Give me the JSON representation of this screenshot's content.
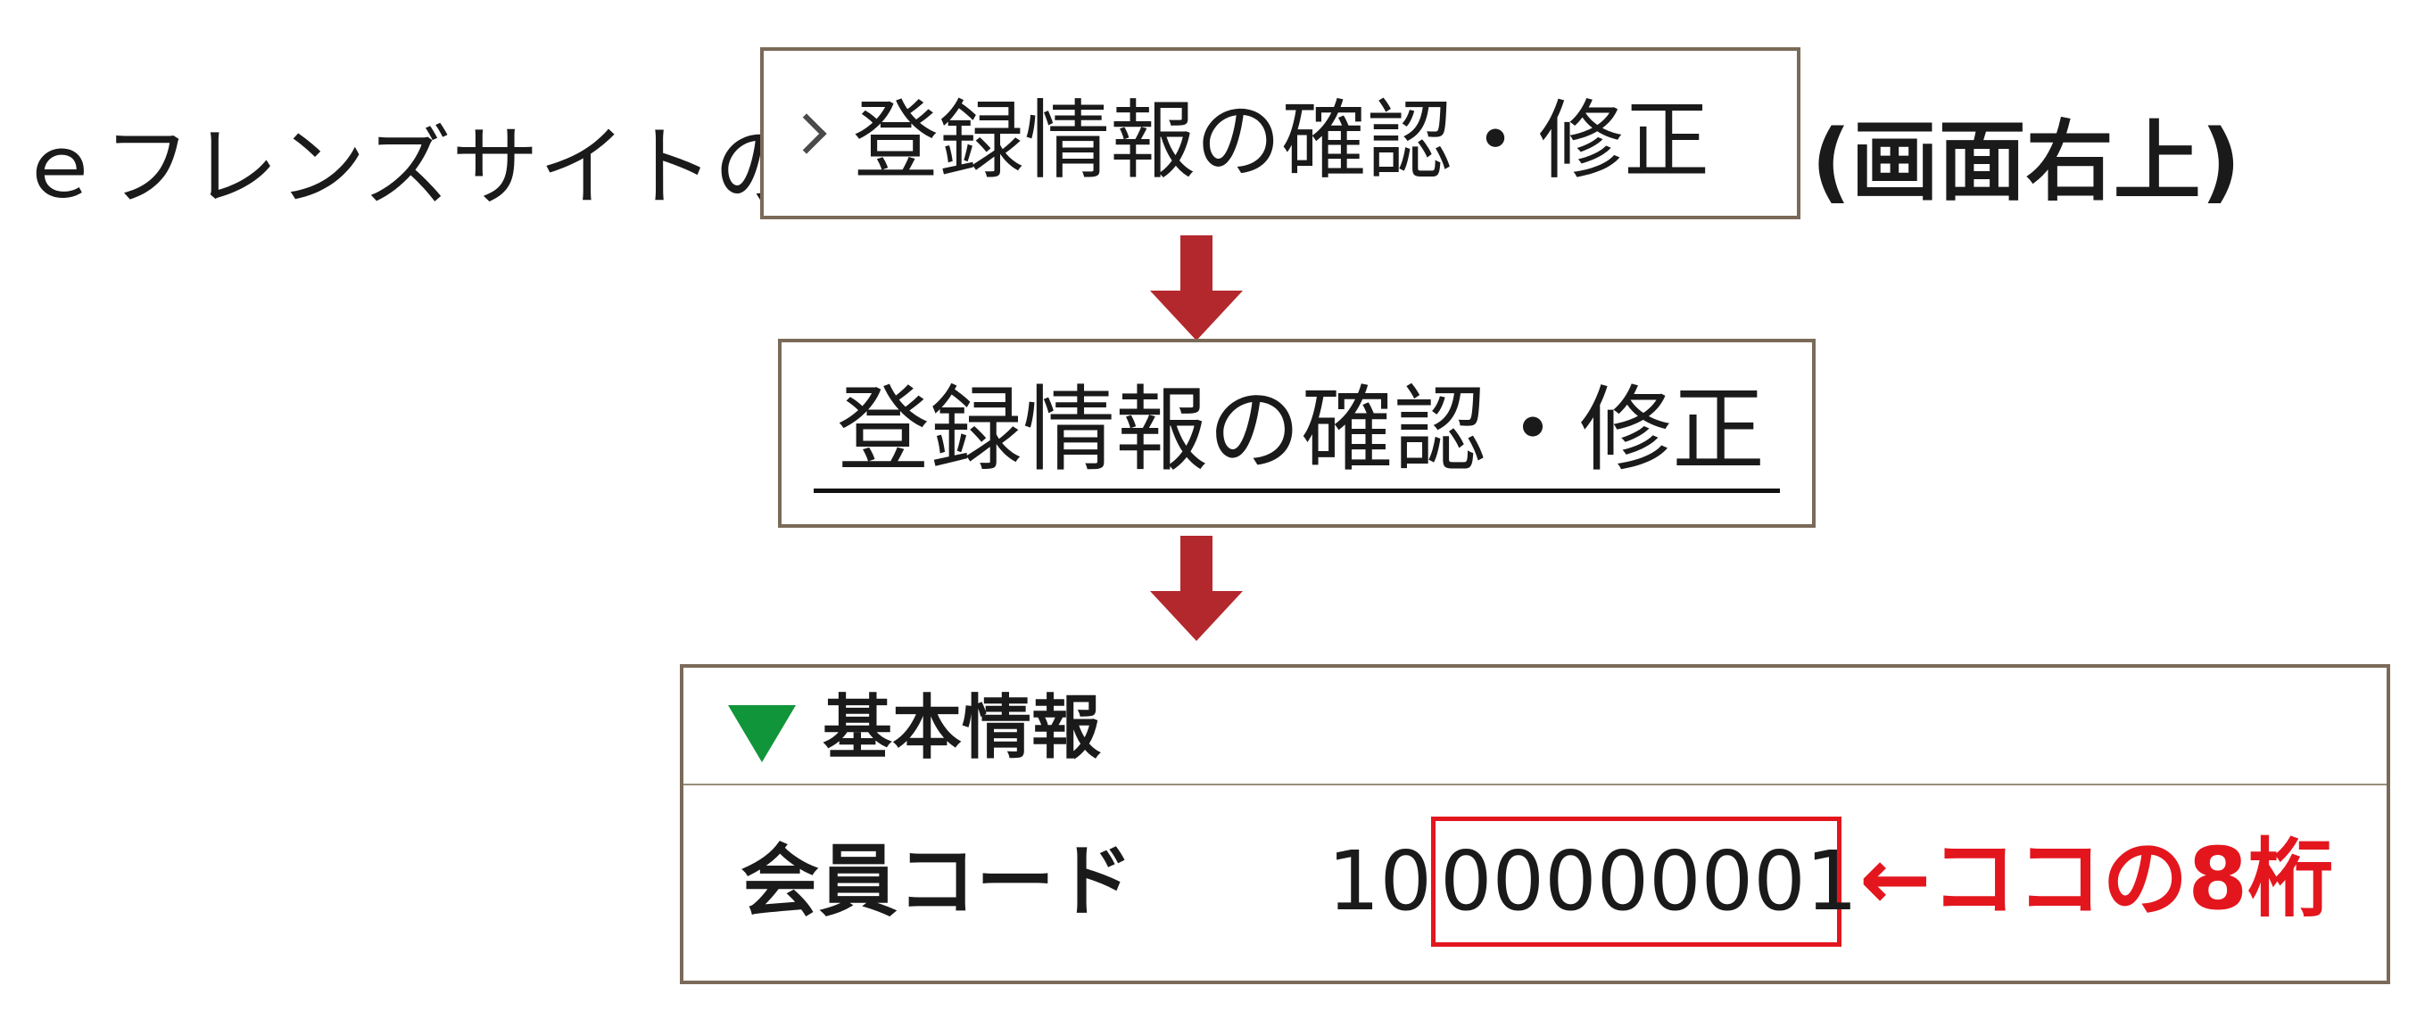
{
  "intro": {
    "text": "ｅフレンズサイトの"
  },
  "link": {
    "label": "登録情報の確認・修正",
    "icon": "chevron-right-icon"
  },
  "location_note": "(画面右上)",
  "heading": {
    "text": "登録情報の確認・修正"
  },
  "info_panel": {
    "title": "基本情報",
    "icon": "triangle-down-icon",
    "field_label": "会員コード",
    "code_prefix": "10",
    "code_digits": "00000001"
  },
  "annotation": "←ココの8桁",
  "colors": {
    "box_border": "#7a6a58",
    "arrow": "#b3282d",
    "triangle": "#10953a",
    "highlight": "#e3161e"
  }
}
